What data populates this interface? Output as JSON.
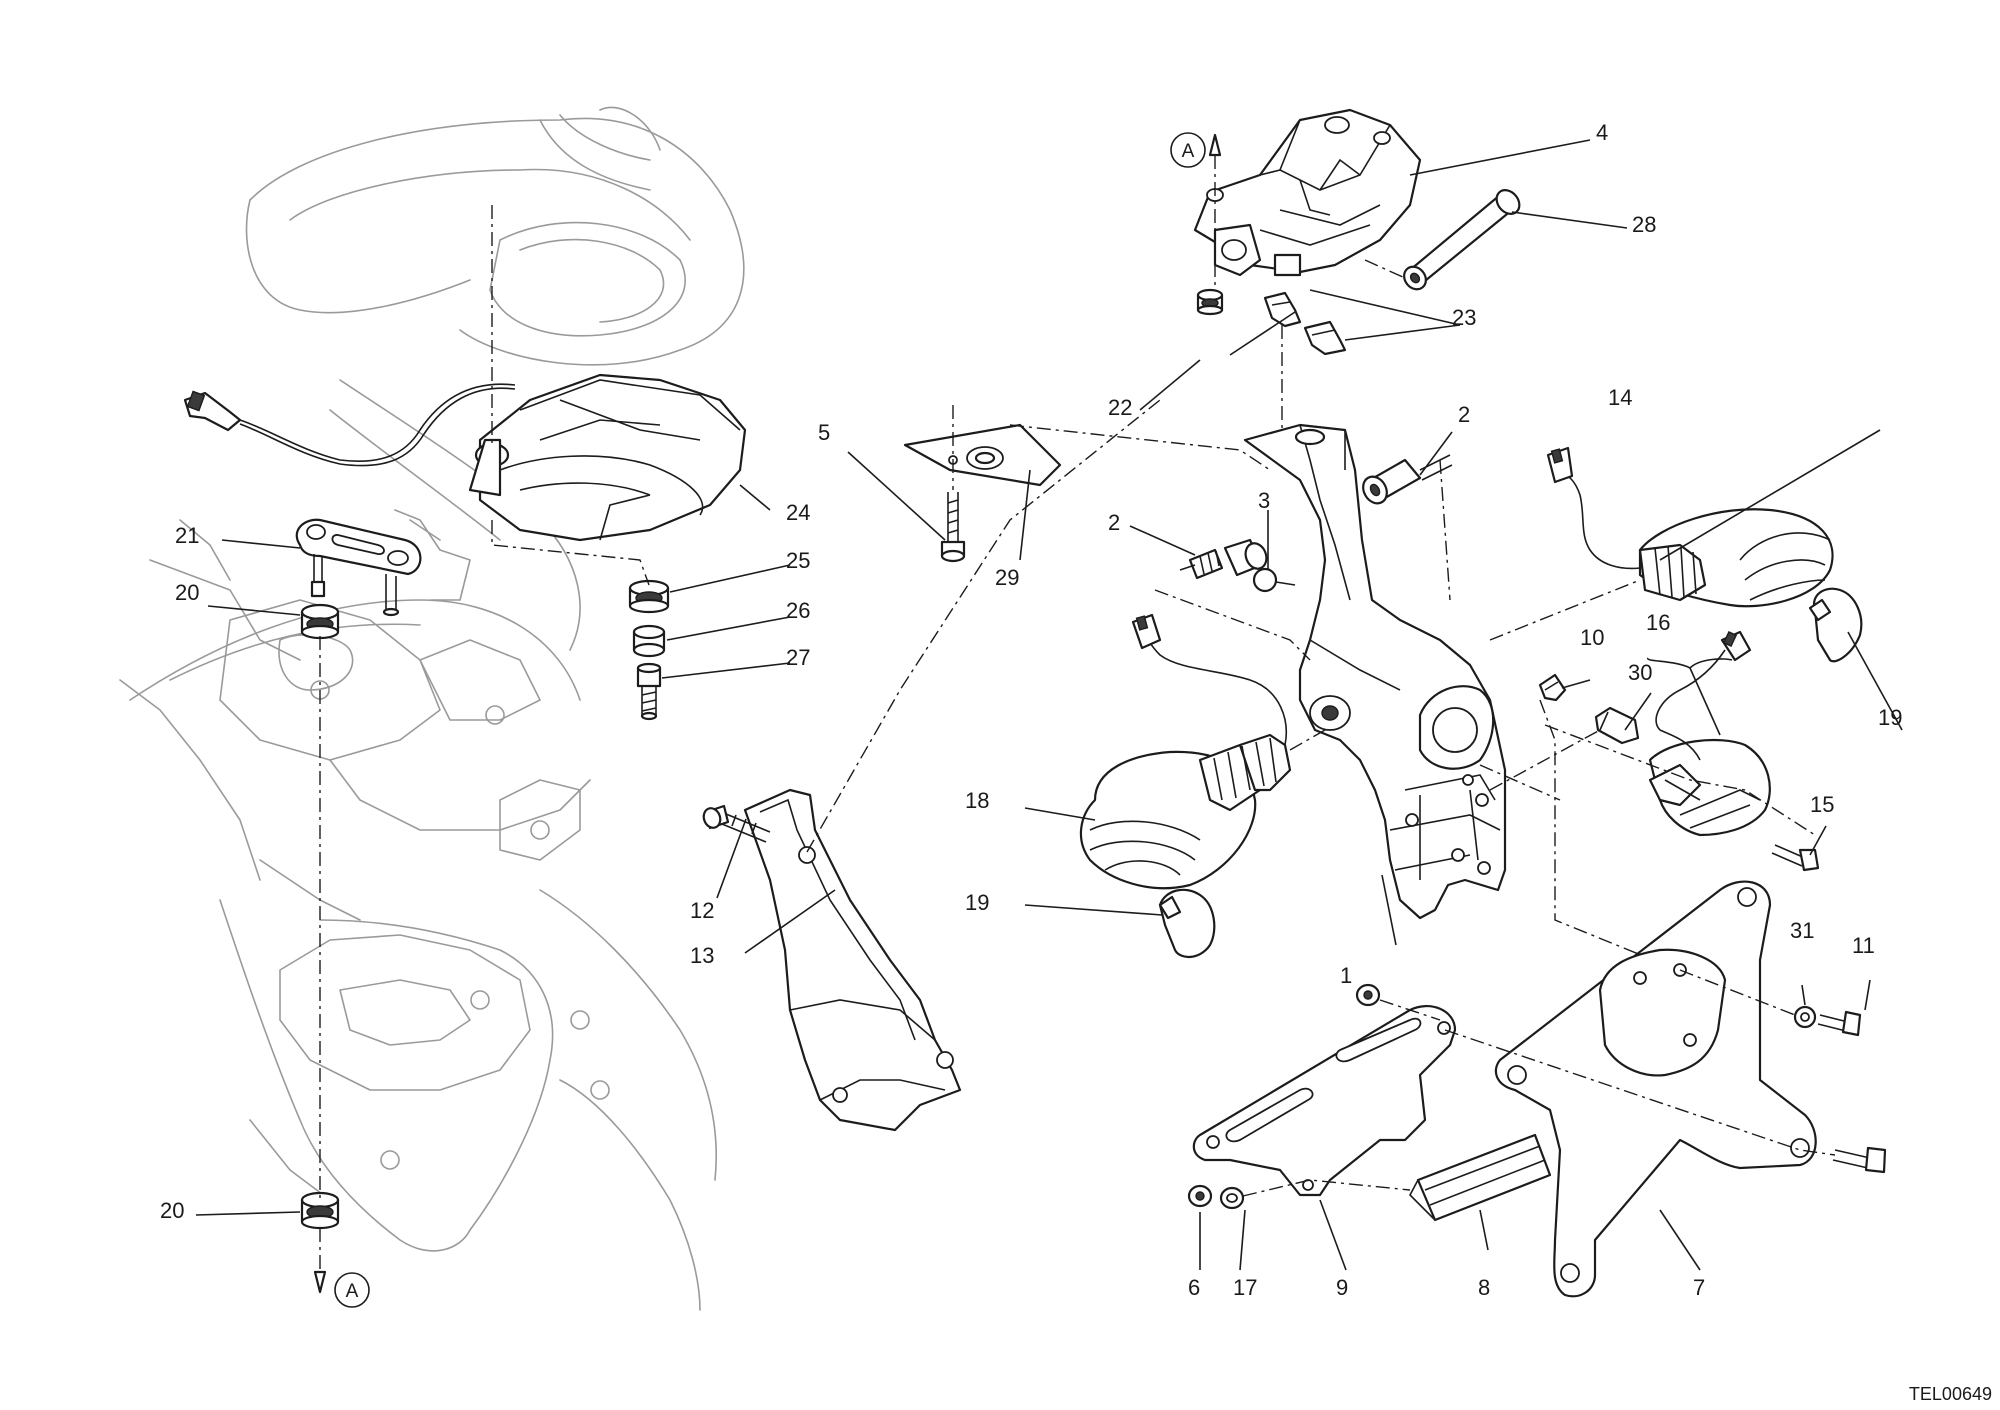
{
  "diagram": {
    "reference_code": "TEL00649",
    "marker_letter": "A",
    "callouts": [
      "1",
      "2",
      "2",
      "3",
      "4",
      "5",
      "6",
      "7",
      "8",
      "9",
      "10",
      "11",
      "12",
      "13",
      "14",
      "15",
      "16",
      "17",
      "18",
      "19",
      "19",
      "20",
      "20",
      "21",
      "22",
      "23",
      "24",
      "25",
      "26",
      "27",
      "28",
      "29",
      "30",
      "31"
    ]
  }
}
